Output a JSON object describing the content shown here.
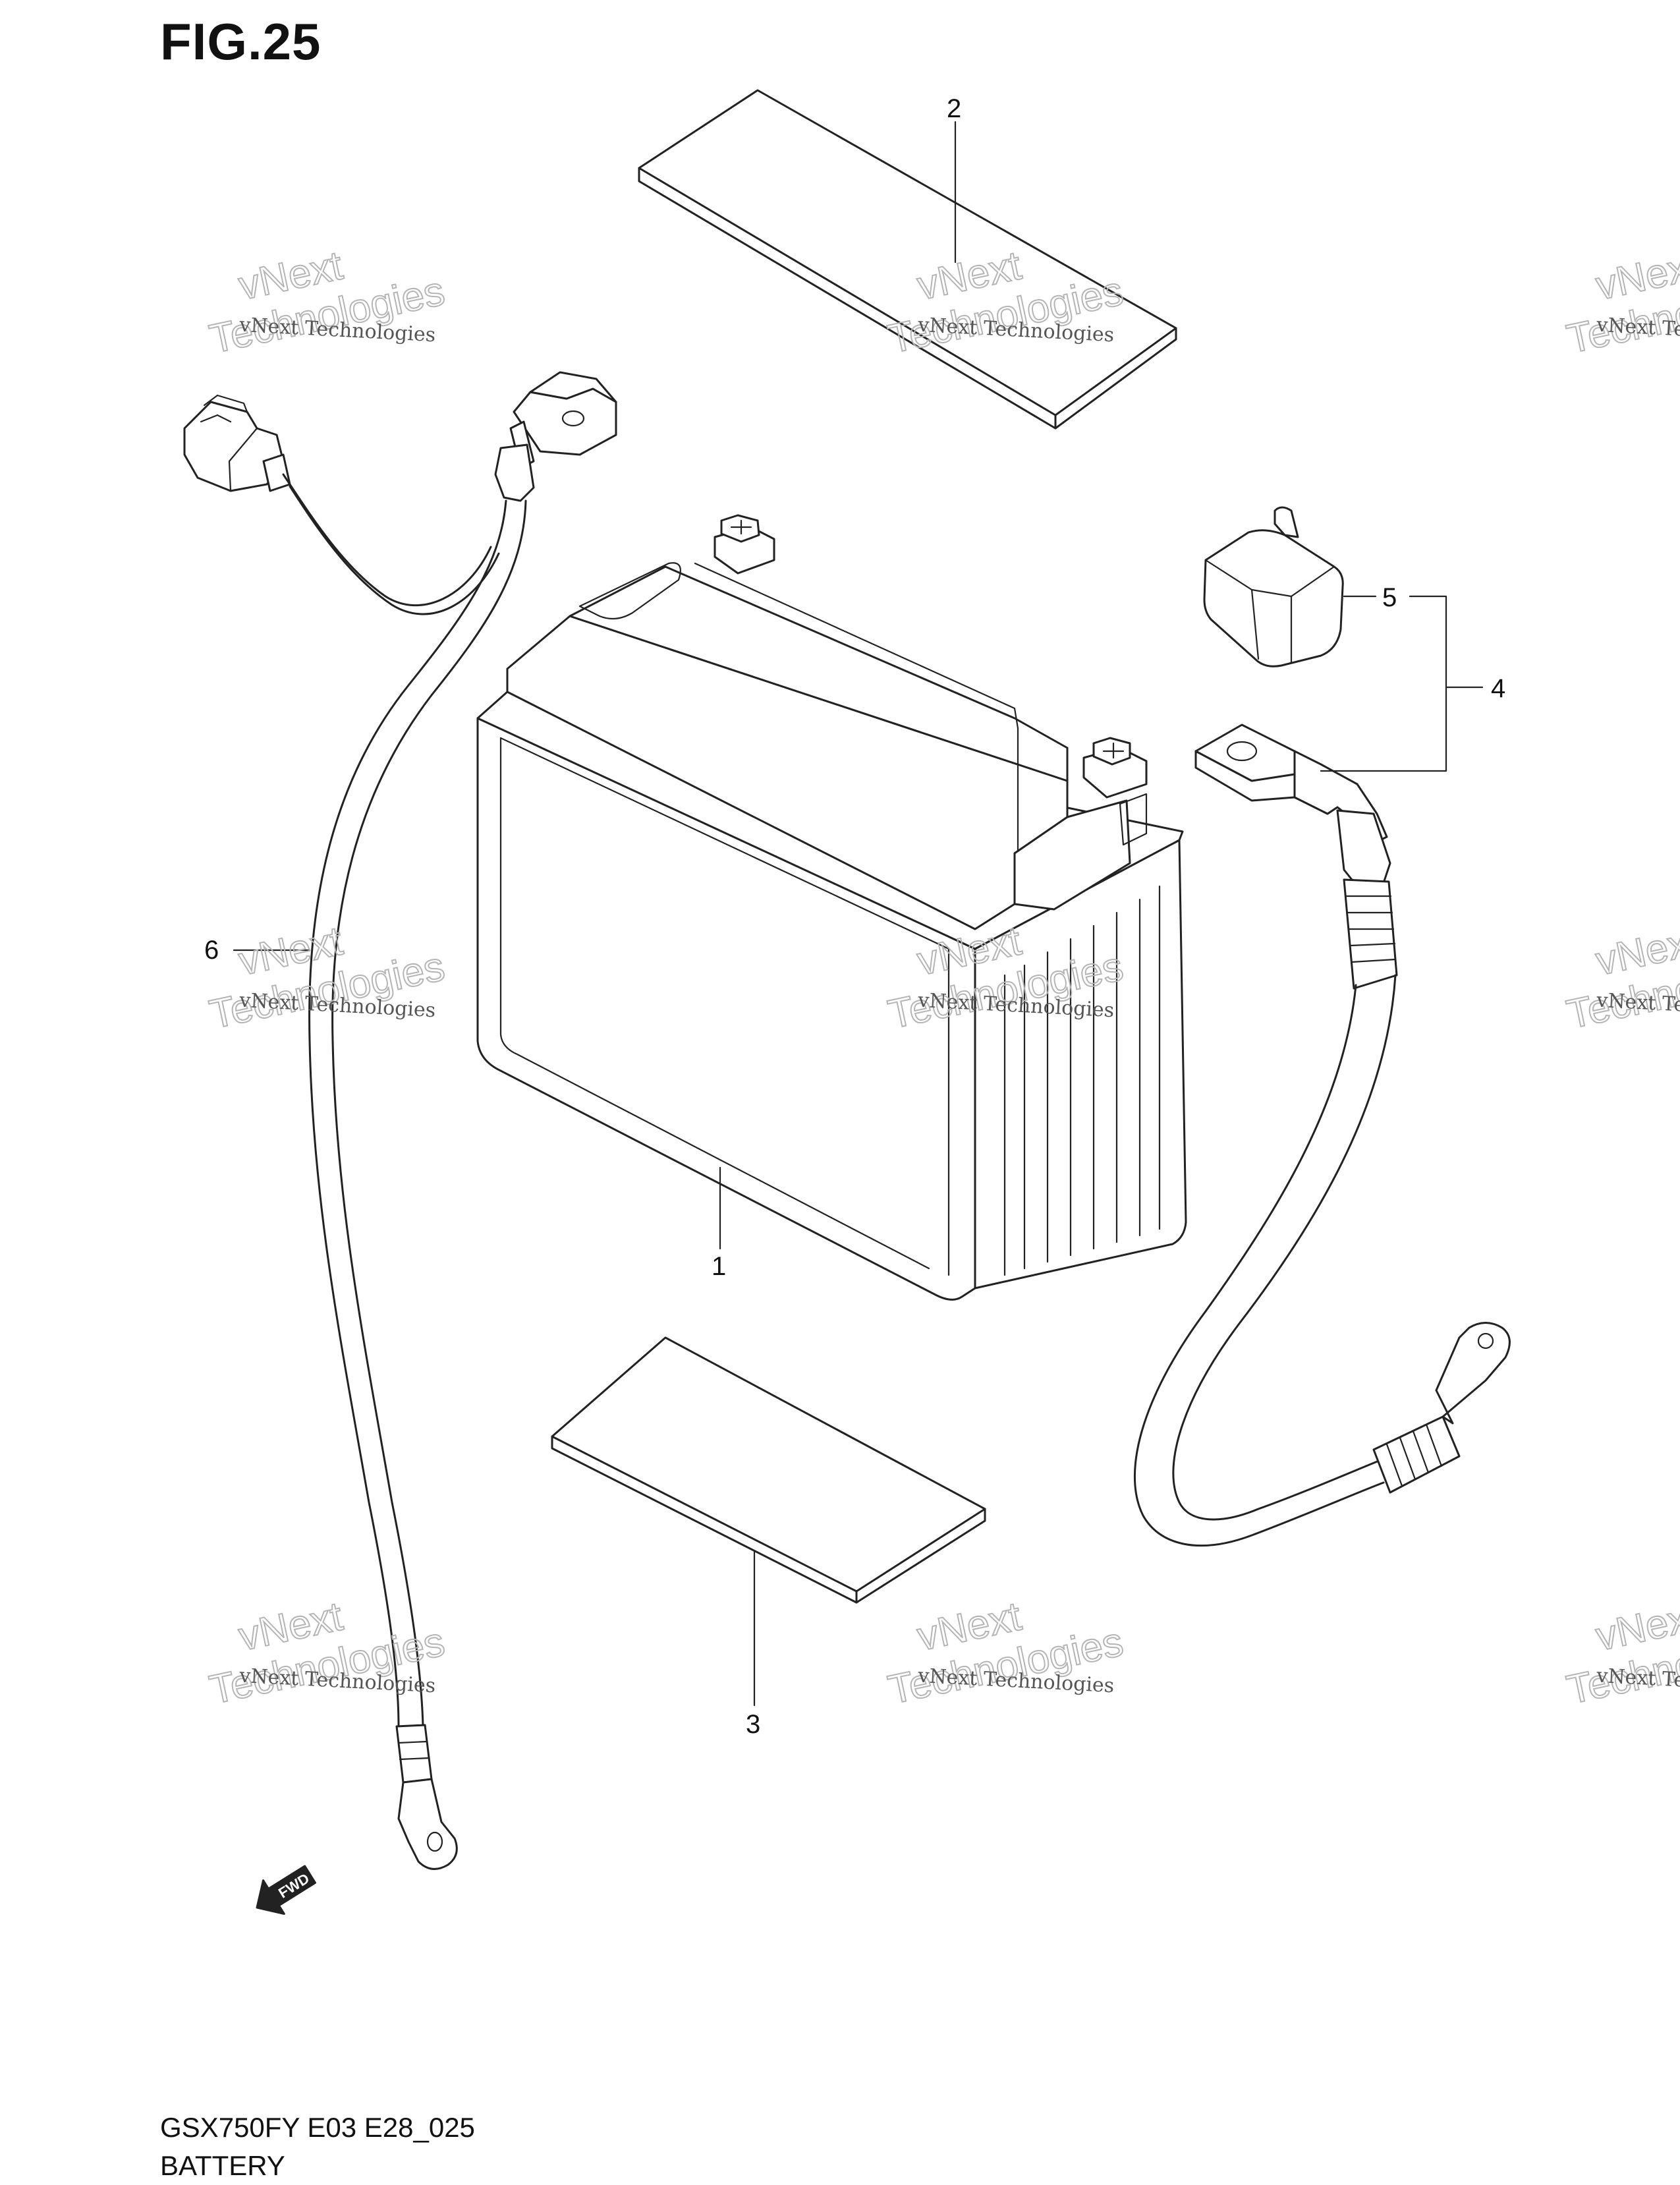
{
  "figure": {
    "title": "FIG.25"
  },
  "callouts": [
    {
      "id": "1",
      "label": "1"
    },
    {
      "id": "2",
      "label": "2"
    },
    {
      "id": "3",
      "label": "3"
    },
    {
      "id": "4",
      "label": "4"
    },
    {
      "id": "5",
      "label": "5"
    },
    {
      "id": "6",
      "label": "6"
    }
  ],
  "direction_marker": {
    "label": "FWD",
    "icon": "fwd-arrow-icon"
  },
  "watermark": {
    "small": "vNext Technologies",
    "big_line1": "vNext",
    "big_line2": "Technologies"
  },
  "footer": {
    "model_code": "GSX750FY E03 E28_025",
    "caption": "BATTERY"
  }
}
